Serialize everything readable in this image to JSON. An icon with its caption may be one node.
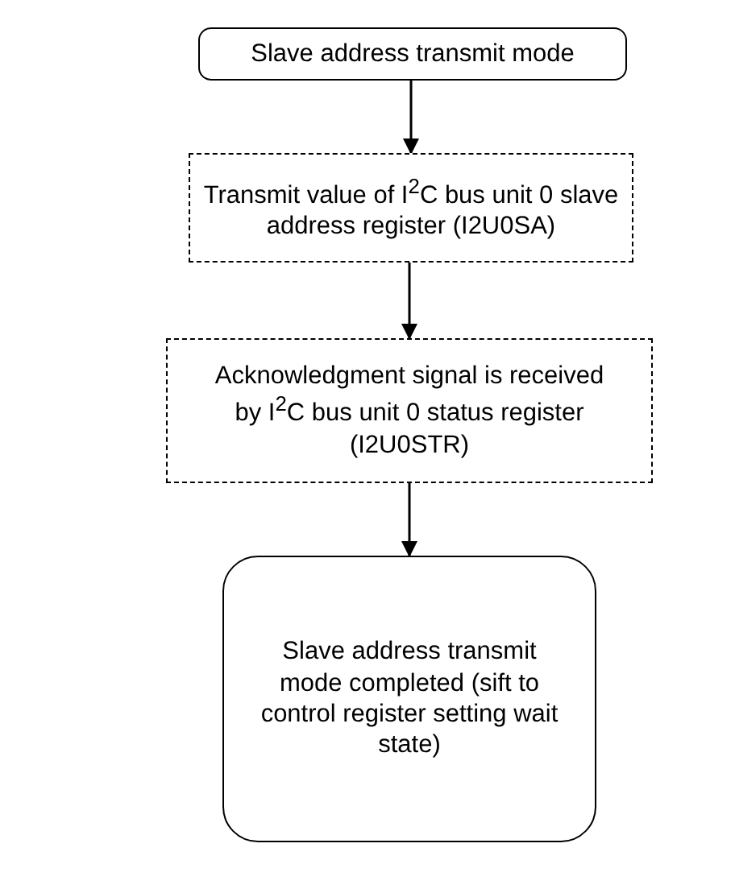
{
  "diagram": {
    "nodes": [
      {
        "text": [
          "Slave address transmit mode"
        ]
      },
      {
        "text": [
          "Transmit value of I$^{2}$C bus unit 0 slave address register (I2U0SA)"
        ]
      },
      {
        "text": [
          "Acknowledgment signal is received by I$^{2}$C bus unit 0 status register (I2U0STR)"
        ]
      },
      {
        "text": [
          "Slave address transmit mode completed (sift to control register setting wait state)"
        ]
      }
    ],
    "edges": [
      {
        "from": 0,
        "to": 1,
        "arrow": "to"
      },
      {
        "from": 1,
        "to": 2,
        "arrow": "to"
      },
      {
        "from": 2,
        "to": 3,
        "arrow": "to"
      }
    ]
  }
}
